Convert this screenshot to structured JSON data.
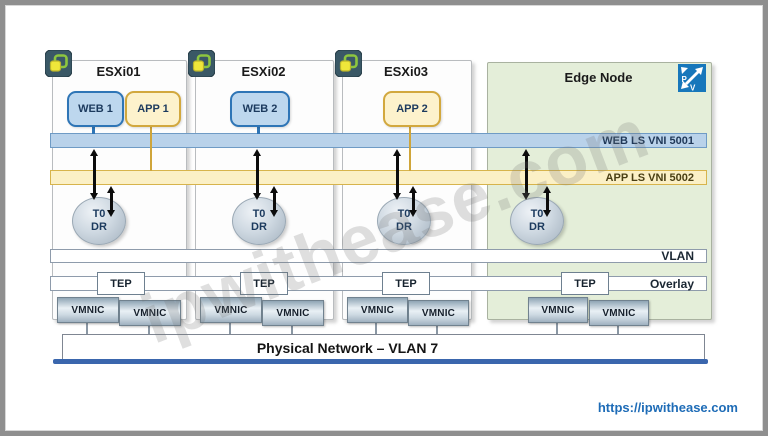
{
  "diagram": {
    "watermark": "ipwithease.com",
    "footer_url": "https://ipwithease.com",
    "hosts": {
      "h1": {
        "name": "ESXi01",
        "web_vm": "WEB 1",
        "app_vm": "APP 1"
      },
      "h2": {
        "name": "ESXi02",
        "web_vm": "WEB 2"
      },
      "h3": {
        "name": "ESXi03",
        "app_vm": "APP 2"
      },
      "edge": {
        "name": "Edge Node"
      }
    },
    "segments": {
      "web_ls": "WEB LS VNI 5001",
      "app_ls": "APP LS VNI 5002"
    },
    "transport": {
      "vlan": "VLAN",
      "overlay": "Overlay",
      "tep": "TEP"
    },
    "router": {
      "line1": "T0",
      "line2": "DR"
    },
    "nic": "VMNIC",
    "physical_network": "Physical Network – VLAN 7",
    "colors": {
      "web_fill": "#bdd7ee",
      "web_border": "#2e75b6",
      "app_fill": "#fdf2cc",
      "app_border": "#d2a83e",
      "web_bar_fill": "#b9d2ea",
      "web_bar_border": "#6f9bc5",
      "app_bar_fill": "#fbf0c6",
      "app_bar_border": "#d7b44c",
      "edge_bg": "#e4eed9",
      "physical_line": "#3a66ad",
      "url_text": "#1e6cb7"
    }
  }
}
